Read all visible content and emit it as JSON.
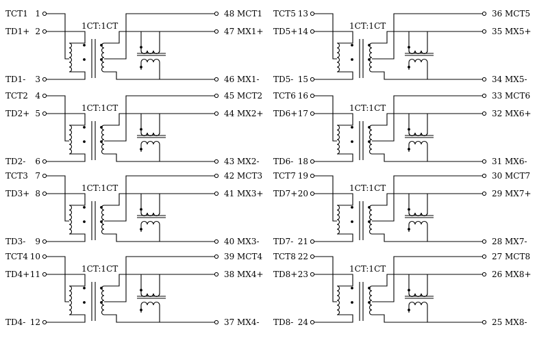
{
  "ratio_label": "1CT:1CT",
  "channels": [
    {
      "id": "ch1",
      "tct": {
        "name": "TCT1",
        "num": "1"
      },
      "tdp": {
        "name": "TD1+",
        "num": "2"
      },
      "tdm": {
        "name": "TD1-",
        "num": "3"
      },
      "mct": {
        "num": "48",
        "name": "MCT1"
      },
      "mxp": {
        "num": "47",
        "name": "MX1+"
      },
      "mxm": {
        "num": "46",
        "name": "MX1-"
      }
    },
    {
      "id": "ch2",
      "tct": {
        "name": "TCT2",
        "num": "4"
      },
      "tdp": {
        "name": "TD2+",
        "num": "5"
      },
      "tdm": {
        "name": "TD2-",
        "num": "6"
      },
      "mct": {
        "num": "45",
        "name": "MCT2"
      },
      "mxp": {
        "num": "44",
        "name": "MX2+"
      },
      "mxm": {
        "num": "43",
        "name": "MX2-"
      }
    },
    {
      "id": "ch3",
      "tct": {
        "name": "TCT3",
        "num": "7"
      },
      "tdp": {
        "name": "TD3+",
        "num": "8"
      },
      "tdm": {
        "name": "TD3-",
        "num": "9"
      },
      "mct": {
        "num": "42",
        "name": "MCT3"
      },
      "mxp": {
        "num": "41",
        "name": "MX3+"
      },
      "mxm": {
        "num": "40",
        "name": "MX3-"
      }
    },
    {
      "id": "ch4",
      "tct": {
        "name": "TCT4",
        "num": "10"
      },
      "tdp": {
        "name": "TD4+",
        "num": "11"
      },
      "tdm": {
        "name": "TD4-",
        "num": "12"
      },
      "mct": {
        "num": "39",
        "name": "MCT4"
      },
      "mxp": {
        "num": "38",
        "name": "MX4+"
      },
      "mxm": {
        "num": "37",
        "name": "MX4-"
      }
    },
    {
      "id": "ch5",
      "tct": {
        "name": "TCT5",
        "num": "13"
      },
      "tdp": {
        "name": "TD5+",
        "num": "14"
      },
      "tdm": {
        "name": "TD5-",
        "num": "15"
      },
      "mct": {
        "num": "36",
        "name": "MCT5"
      },
      "mxp": {
        "num": "35",
        "name": "MX5+"
      },
      "mxm": {
        "num": "34",
        "name": "MX5-"
      }
    },
    {
      "id": "ch6",
      "tct": {
        "name": "TCT6",
        "num": "16"
      },
      "tdp": {
        "name": "TD6+",
        "num": "17"
      },
      "tdm": {
        "name": "TD6-",
        "num": "18"
      },
      "mct": {
        "num": "33",
        "name": "MCT6"
      },
      "mxp": {
        "num": "32",
        "name": "MX6+"
      },
      "mxm": {
        "num": "31",
        "name": "MX6-"
      }
    },
    {
      "id": "ch7",
      "tct": {
        "name": "TCT7",
        "num": "19"
      },
      "tdp": {
        "name": "TD7+",
        "num": "20"
      },
      "tdm": {
        "name": "TD7-",
        "num": "21"
      },
      "mct": {
        "num": "30",
        "name": "MCT7"
      },
      "mxp": {
        "num": "29",
        "name": "MX7+"
      },
      "mxm": {
        "num": "28",
        "name": "MX7-"
      }
    },
    {
      "id": "ch8",
      "tct": {
        "name": "TCT8",
        "num": "22"
      },
      "tdp": {
        "name": "TD8+",
        "num": "23"
      },
      "tdm": {
        "name": "TD8-",
        "num": "24"
      },
      "mct": {
        "num": "27",
        "name": "MCT8"
      },
      "mxp": {
        "num": "26",
        "name": "MX8+"
      },
      "mxm": {
        "num": "25",
        "name": "MX8-"
      }
    }
  ]
}
